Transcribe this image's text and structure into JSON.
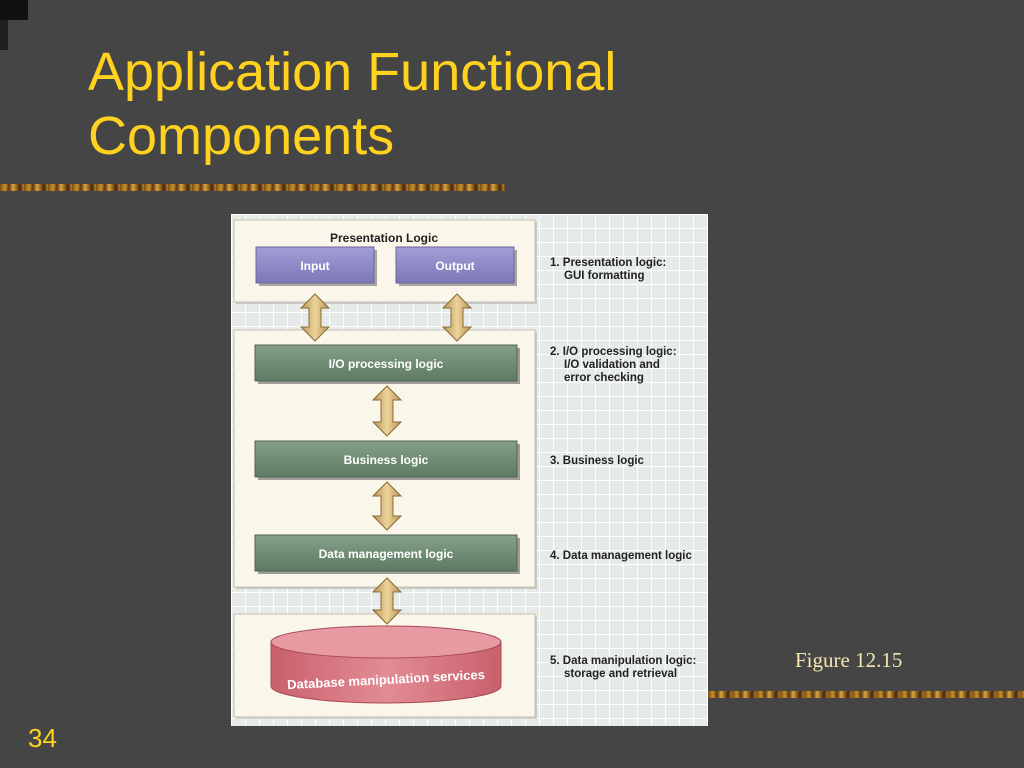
{
  "slide": {
    "title_line1": "Application Functional",
    "title_line2": "Components",
    "figure_caption": "Figure 12.15",
    "page_number": "34"
  },
  "diagram": {
    "presentation_label": "Presentation Logic",
    "input_label": "Input",
    "output_label": "Output",
    "io_label": "I/O processing logic",
    "business_label": "Business logic",
    "data_mgmt_label": "Data management logic",
    "database_label": "Database manipulation services",
    "notes": {
      "n1_line1": "1. Presentation logic:",
      "n1_line2": "GUI formatting",
      "n2_line1": "2. I/O processing logic:",
      "n2_line2": "I/O validation and",
      "n2_line3": "error checking",
      "n3_line1": "3. Business logic",
      "n4_line1": "4. Data management logic",
      "n5_line1": "5. Data manipulation logic:",
      "n5_line2": "storage and retrieval"
    }
  },
  "colors": {
    "title": "#FFD21F",
    "background": "#454545",
    "purple_box": "#8c86c4",
    "green_box": "#6f8a74",
    "database": "#d4737e",
    "arrow": "#d8b977"
  }
}
